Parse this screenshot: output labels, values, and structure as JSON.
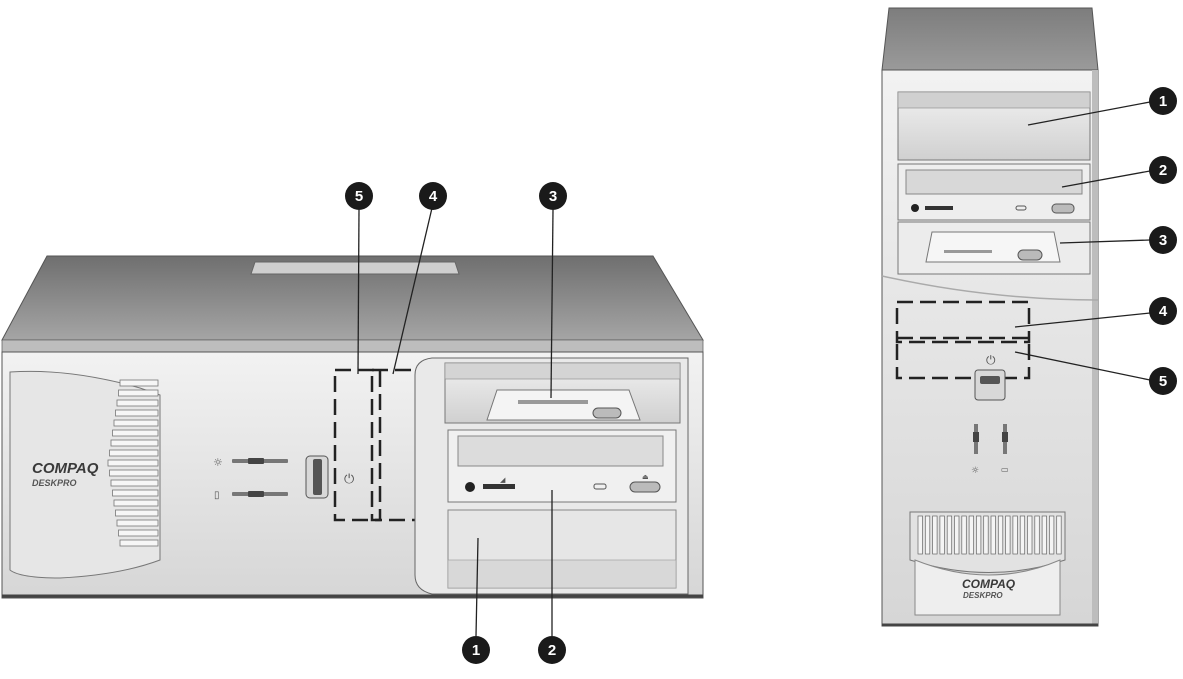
{
  "desktop": {
    "brand": "COMPAQ",
    "model": "DESKPRO",
    "callouts": [
      "5",
      "4",
      "3",
      "1",
      "2"
    ]
  },
  "tower": {
    "brand": "COMPAQ",
    "model": "DESKPRO",
    "callouts": [
      "1",
      "2",
      "3",
      "4",
      "5"
    ]
  },
  "colors": {
    "callout_fill": "#1a1a1a",
    "chassis_light": "#e4e4e4",
    "chassis_top": "#8a8a8a",
    "outline": "#444444"
  },
  "icons": [
    "sun-led-icon",
    "drive-led-icon",
    "power-icon",
    "headphone-icon",
    "volume-icon",
    "eject-icon"
  ]
}
